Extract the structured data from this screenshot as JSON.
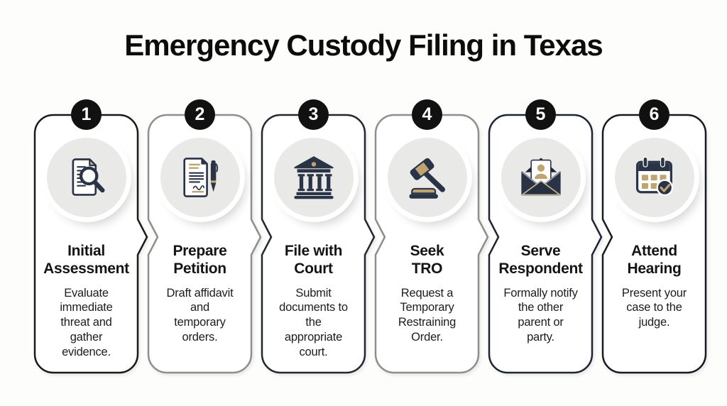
{
  "title": "Emergency Custody Filing in Texas",
  "colors": {
    "badge": "#111111",
    "navy": "#2b3446",
    "navy_dark": "#1d2534",
    "tan": "#bda470",
    "tan_light": "#cbb483",
    "icon_circle_bg": "#e9e9e7",
    "card_fill": "#ffffff",
    "background": "#fdfdfb",
    "text": "#141414"
  },
  "steps": [
    {
      "number": "1",
      "icon": "document-magnifier-icon",
      "title": "Initial\nAssessment",
      "description": "Evaluate\nimmediate\nthreat and\ngather\nevidence.",
      "border_color": "#1a1a1a"
    },
    {
      "number": "2",
      "icon": "petition-pen-icon",
      "title": "Prepare\nPetition",
      "description": "Draft affidavit\nand\ntemporary\norders.",
      "border_color": "#8e8e8e"
    },
    {
      "number": "3",
      "icon": "courthouse-icon",
      "title": "File with\nCourt",
      "description": "Submit\ndocuments to\nthe\nappropriate\ncourt.",
      "border_color": "#23272f"
    },
    {
      "number": "4",
      "icon": "gavel-icon",
      "title": "Seek\nTRO",
      "description": "Request a\nTemporary\nRestraining\nOrder.",
      "border_color": "#8e8e8e"
    },
    {
      "number": "5",
      "icon": "envelope-person-icon",
      "title": "Serve\nRespondent",
      "description": "Formally notify\nthe other\nparent or\nparty.",
      "border_color": "#1d2433"
    },
    {
      "number": "6",
      "icon": "calendar-check-icon",
      "title": "Attend\nHearing",
      "description": "Present your\ncase to the\njudge.",
      "border_color": "#171a20"
    }
  ]
}
